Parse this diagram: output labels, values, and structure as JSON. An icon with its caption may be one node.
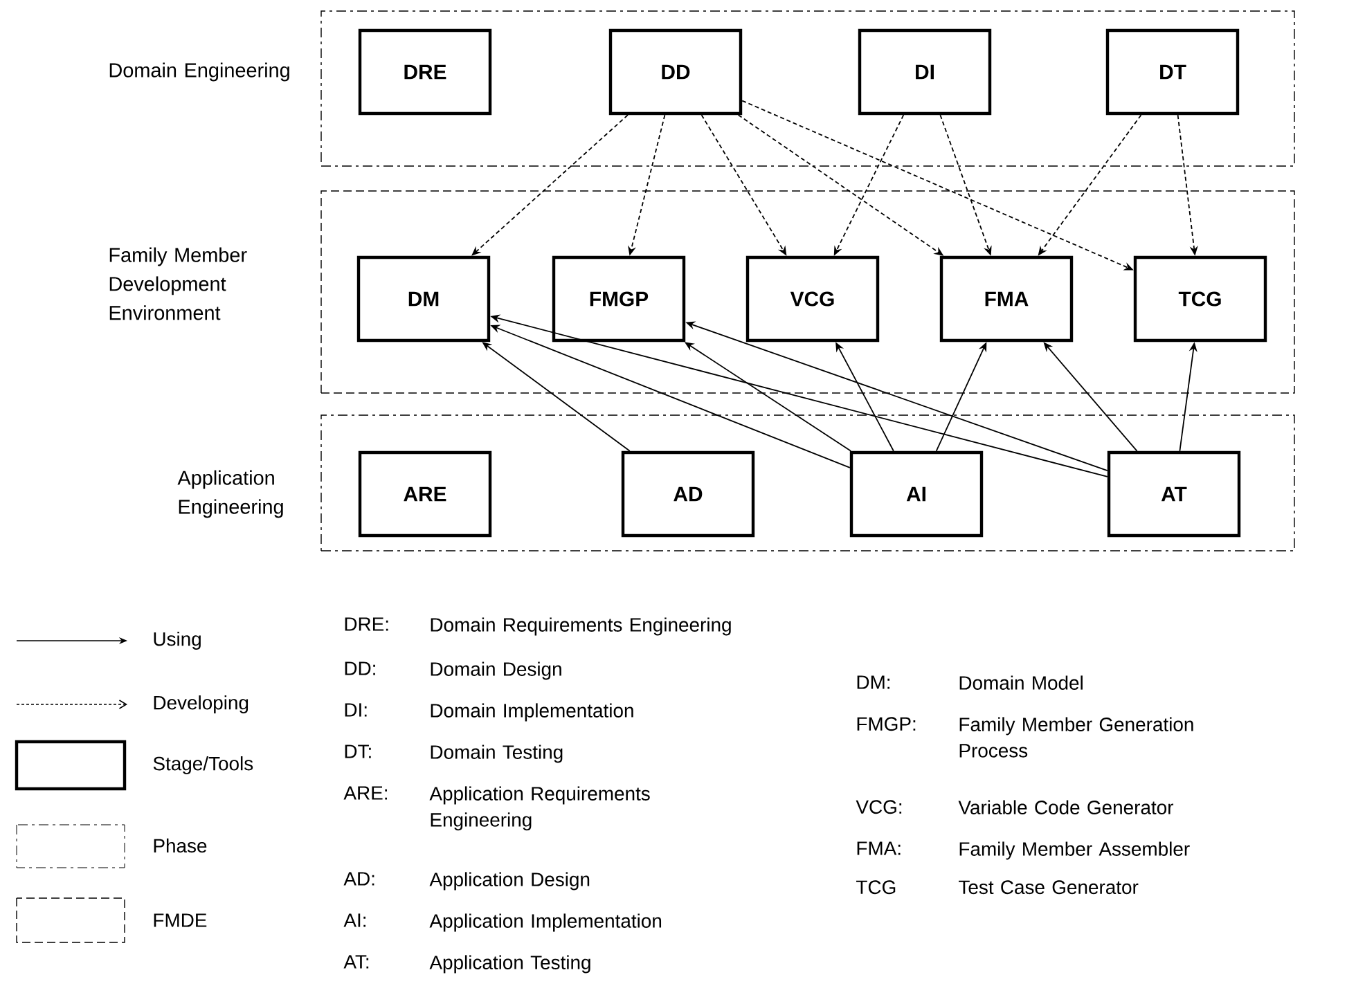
{
  "diagram": {
    "nodes": [
      {
        "text": [
          "Domain Engineering"
        ]
      },
      {
        "text": [
          "DRE"
        ],
        "in": 0
      },
      {
        "text": [
          "DD"
        ],
        "in": 0
      },
      {
        "text": [
          "DI"
        ],
        "in": 0
      },
      {
        "text": [
          "DT"
        ],
        "in": 0
      },
      {
        "text": [
          "Family Member Development Environment"
        ]
      },
      {
        "text": [
          "DM"
        ],
        "in": 5
      },
      {
        "text": [
          "FMGP"
        ],
        "in": 5
      },
      {
        "text": [
          "VCG"
        ],
        "in": 5
      },
      {
        "text": [
          "FMA"
        ],
        "in": 5
      },
      {
        "text": [
          "TCG"
        ],
        "in": 5
      },
      {
        "text": [
          "Application Engineering"
        ]
      },
      {
        "text": [
          "ARE"
        ],
        "in": 11
      },
      {
        "text": [
          "AD"
        ],
        "in": 11
      },
      {
        "text": [
          "AI"
        ],
        "in": 11
      },
      {
        "text": [
          "AT"
        ],
        "in": 11
      }
    ],
    "edges": [
      {
        "from": 2,
        "to": 6,
        "arrow": "to",
        "style": "dashed"
      },
      {
        "from": 2,
        "to": 7,
        "arrow": "to",
        "style": "dashed"
      },
      {
        "from": 2,
        "to": 8,
        "arrow": "to",
        "style": "dashed"
      },
      {
        "from": 2,
        "to": 9,
        "arrow": "to",
        "style": "dashed"
      },
      {
        "from": 2,
        "to": 10,
        "arrow": "to",
        "style": "dashed"
      },
      {
        "from": 3,
        "to": 8,
        "arrow": "to",
        "style": "dashed"
      },
      {
        "from": 3,
        "to": 9,
        "arrow": "to",
        "style": "dashed"
      },
      {
        "from": 4,
        "to": 9,
        "arrow": "to",
        "style": "dashed"
      },
      {
        "from": 4,
        "to": 10,
        "arrow": "to",
        "style": "dashed"
      },
      {
        "from": 13,
        "to": 6,
        "arrow": "to"
      },
      {
        "from": 14,
        "to": 6,
        "arrow": "to"
      },
      {
        "from": 14,
        "to": 7,
        "arrow": "to"
      },
      {
        "from": 14,
        "to": 8,
        "arrow": "to"
      },
      {
        "from": 14,
        "to": 9,
        "arrow": "to"
      },
      {
        "from": 15,
        "to": 6,
        "arrow": "to"
      },
      {
        "from": 15,
        "to": 7,
        "arrow": "to"
      },
      {
        "from": 15,
        "to": 9,
        "arrow": "to"
      },
      {
        "from": 15,
        "to": 10,
        "arrow": "to"
      }
    ],
    "labels": [
      "DRE:",
      "Domain Requirements Engineering",
      "DD:",
      "Domain Design",
      "DI:",
      "Domain Implementation",
      "DT:",
      "Domain Testing",
      "ARE:",
      "Application Requirements Engineering",
      "AD:",
      "Application Design",
      "AI:",
      "Application Implementation",
      "AT:",
      "Application Testing",
      "DM:",
      "Domain Model",
      "FMGP:",
      "Family Member Generation Process",
      "VCG:",
      "Variable Code Generator",
      "FMA:",
      "Family Member Assembler",
      "TCG",
      "Test Case Generator"
    ],
    "legend": [
      {
        "text": "Using"
      },
      {
        "text": "Developing"
      },
      {
        "text": "Stage/Tools"
      },
      {
        "text": "Phase"
      },
      {
        "text": "FMDE"
      }
    ]
  }
}
